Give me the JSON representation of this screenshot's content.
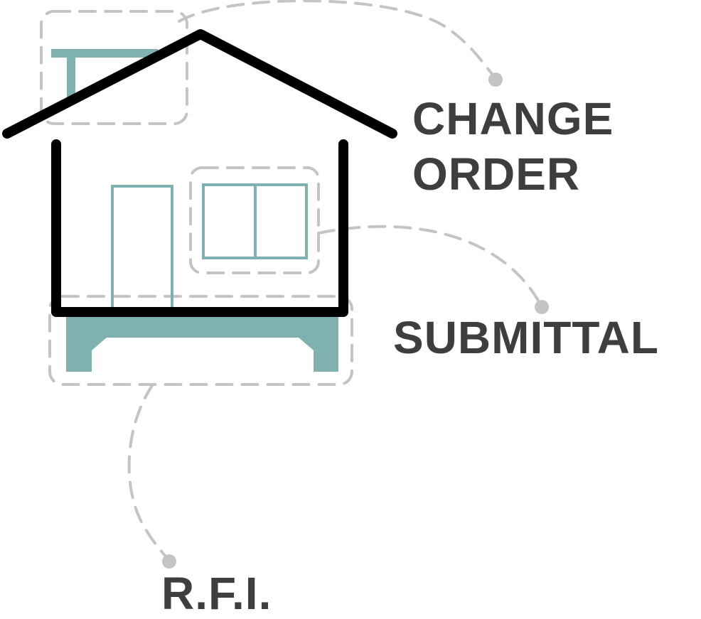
{
  "labels": {
    "change_order_line1": "CHANGE",
    "change_order_line2": "ORDER",
    "submittal": "SUBMITTAL",
    "rfi": "R.F.I."
  },
  "colors": {
    "text": "#3e3e3e",
    "house_outline": "#000000",
    "teal": "#7fb1b1",
    "dashed_connector": "#c4c4c4"
  },
  "icons": {
    "house": "house-outline-icon",
    "roof_rooftop_element": "rooftop-structure-icon",
    "door": "door-icon",
    "window": "window-icon",
    "foundation": "foundation-icon"
  }
}
